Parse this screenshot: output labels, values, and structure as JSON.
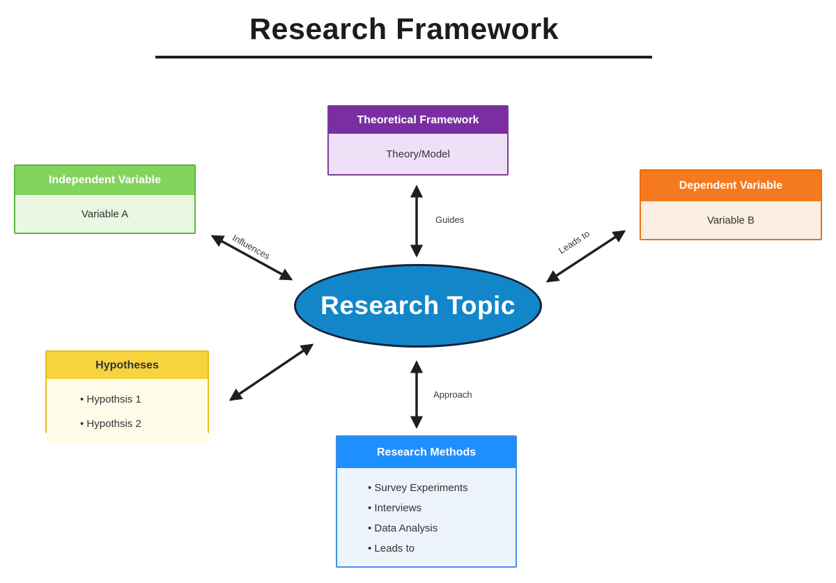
{
  "title": "Research Framework",
  "center_node": {
    "label": "Research Topic",
    "fill_color": "#1386c9",
    "border_color": "#152238",
    "text_color": "#ffffff"
  },
  "nodes": {
    "theoretical": {
      "title": "Theoretical Framework",
      "body": "Theory/Model",
      "header_color": "#7a2ea2",
      "body_color": "#eee0f6",
      "border_color": "#7d3c98"
    },
    "independent": {
      "title": "Independent Variable",
      "body": "Variable A",
      "header_color": "#82d45e",
      "body_color": "#e9f7e3",
      "border_color": "#5cb83c"
    },
    "dependent": {
      "title": "Dependent Variable",
      "body": "Variable B",
      "header_color": "#f4791f",
      "body_color": "#faeee2",
      "border_color": "#ee6f10"
    },
    "hypotheses": {
      "title": "Hypotheses",
      "items": [
        "Hypothsis 1",
        "Hypothsis 2"
      ],
      "header_color": "#f7d33e",
      "body_color": "#fefce9",
      "border_color": "#e7bd23"
    },
    "methods": {
      "title": "Research Methods",
      "items": [
        "Survey Experiments",
        "Interviews",
        "Data Analysis",
        "Leads to"
      ],
      "header_color": "#1e8fff",
      "body_color": "#edf3fa",
      "border_color": "#3e8ee6"
    }
  },
  "edges": {
    "influences": {
      "label": "Influences"
    },
    "guides": {
      "label": "Guides"
    },
    "leads_to": {
      "label": "Leads to"
    },
    "approach": {
      "label": "Approach"
    },
    "hypotheses_link": {
      "label": ""
    }
  },
  "arrow_color": "#1f1f1f"
}
